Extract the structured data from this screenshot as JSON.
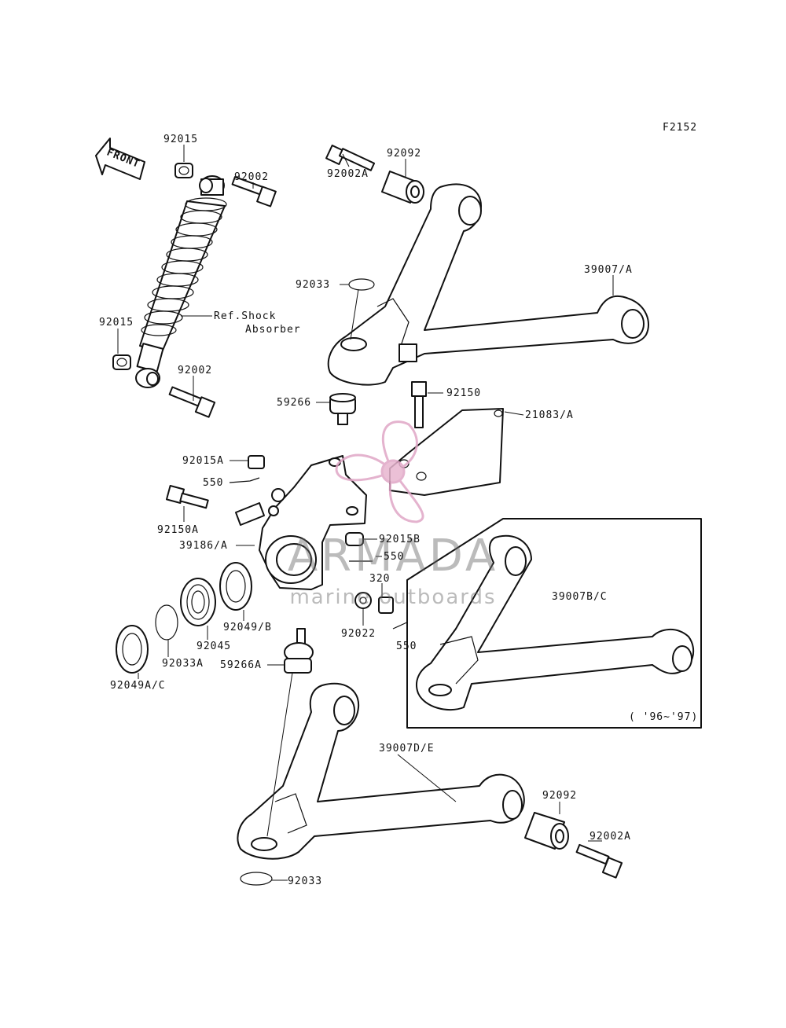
{
  "figure_code": "F2152",
  "front_label": "FRONT",
  "inset_note": "( '96~'97)",
  "watermark": {
    "title": "ARMADA",
    "subtitle": "marine outboards",
    "logo_color": "#e0a6c6"
  },
  "ref_note": {
    "line1": "Ref.Shock",
    "line2": "Absorber"
  },
  "labels": {
    "l92015_top": "92015",
    "l92002_top": "92002",
    "l92002A_top": "92002A",
    "l92092_top": "92092",
    "l39007A": "39007/A",
    "l92033_top": "92033",
    "l92015_left": "92015",
    "l92002_mid": "92002",
    "l59266": "59266",
    "l92150": "92150",
    "l21083A": "21083/A",
    "l92015A": "92015A",
    "l550_a": "550",
    "l92150A": "92150A",
    "l39186A": "39186/A",
    "l92015B": "92015B",
    "l550_b": "550",
    "l320": "320",
    "l92022": "92022",
    "l550_c": "550",
    "l39007BC": "39007B/C",
    "l92049B": "92049/B",
    "l92045": "92045",
    "l92033A": "92033A",
    "l59266A": "59266A",
    "l92049AC": "92049A/C",
    "l39007DE": "39007D/E",
    "l92092_bot": "92092",
    "l92002A_bot": "92002A",
    "l92033_bot": "92033"
  }
}
